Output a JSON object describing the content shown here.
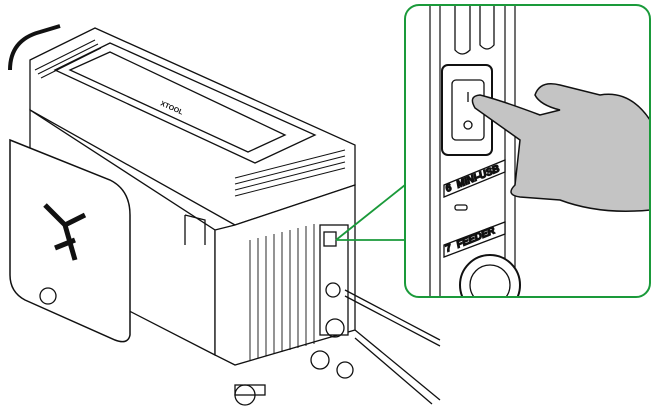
{
  "device": {
    "logo": "XTOOL"
  },
  "callout": {
    "port6": {
      "number": "6",
      "label": "MINI-USB"
    },
    "port7": {
      "number": "7",
      "label": "FEEDER"
    }
  },
  "colors": {
    "callout_border": "#1a9a3a",
    "line": "#111111",
    "hand_fill": "#bdbdbd"
  }
}
